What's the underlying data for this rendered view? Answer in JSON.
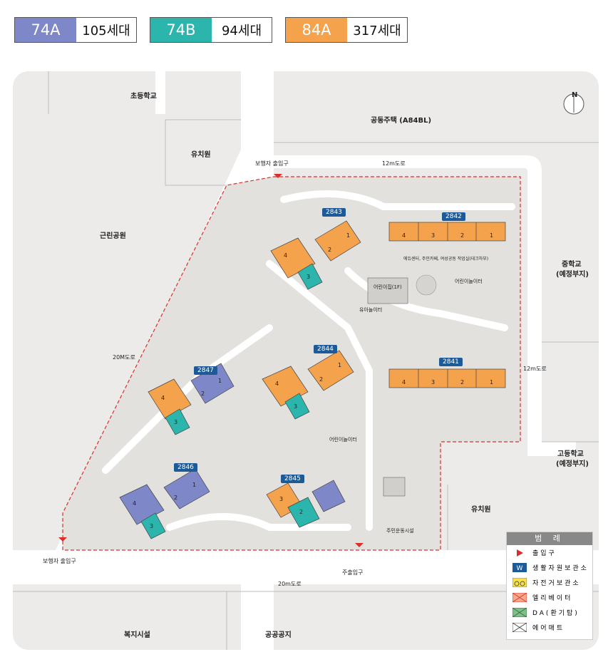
{
  "unit_types": [
    {
      "type": "74A",
      "count": "105세대",
      "color": "#7e87c7"
    },
    {
      "type": "74B",
      "count": "94세대",
      "color": "#2bb5ad"
    },
    {
      "type": "84A",
      "count": "317세대",
      "color": "#f5a24d"
    }
  ],
  "colors": {
    "background": "#ecebea",
    "road": "#ffffff",
    "site": "#e2e1de",
    "boundary": "#d9302c",
    "building_label": "#1d5b98"
  },
  "compass": "N",
  "area_labels": {
    "elementary": "초등학교",
    "kindergarten_top": "유치원",
    "housing": "공동주택 (A84BL)",
    "park": "근린공원",
    "middle_school": "중학교",
    "middle_school_note": "(예정부지)",
    "high_school": "고등학교",
    "high_school_note": "(예정부지)",
    "kindergarten_bottom": "유치원",
    "welfare": "복지시설",
    "public_land": "공공공지"
  },
  "roads": {
    "top": "12m도로",
    "right": "12m도로",
    "left": "20M도로",
    "bottom": "20m도로"
  },
  "entrances": {
    "pedestrian_top": "보행자 출입구",
    "pedestrian_bottom": "보행자 출입구",
    "vehicle": "주출입구"
  },
  "buildings": [
    {
      "id": "2841",
      "units": [
        "4",
        "3",
        "2",
        "1"
      ]
    },
    {
      "id": "2842",
      "units": [
        "4",
        "3",
        "2",
        "1"
      ]
    },
    {
      "id": "2843",
      "units": [
        "4",
        "2",
        "1",
        "3"
      ]
    },
    {
      "id": "2844",
      "units": [
        "4",
        "2",
        "1",
        "3"
      ]
    },
    {
      "id": "2845",
      "units": [
        "3",
        "2"
      ]
    },
    {
      "id": "2846",
      "units": [
        "4",
        "2",
        "1",
        "3"
      ]
    },
    {
      "id": "2847",
      "units": [
        "4",
        "2",
        "1",
        "3"
      ]
    }
  ],
  "facility_labels": {
    "community": "에듀센터, 주민카페, 여성공동 작업실(데크하부)",
    "daycare": "어린이집(1F)",
    "playground_a": "어린이놀이터",
    "playground_b": "어린이놀이터",
    "toddler": "유아놀이터",
    "resident_gym": "주민운동시설"
  },
  "legend": {
    "title": "범 례",
    "items": [
      {
        "symbol": "entrance",
        "label": "출입구"
      },
      {
        "symbol": "W",
        "label": "생활자원보관소"
      },
      {
        "symbol": "bike",
        "label": "자전거보관소"
      },
      {
        "symbol": "elevator",
        "label": "엘리베이터"
      },
      {
        "symbol": "da",
        "label": "DA(환기탑)"
      },
      {
        "symbol": "airmat",
        "label": "에어매트"
      }
    ]
  }
}
